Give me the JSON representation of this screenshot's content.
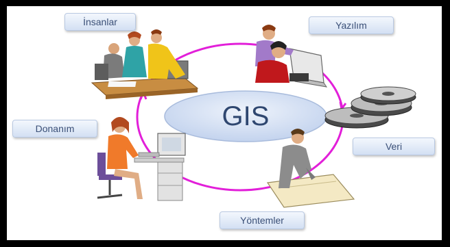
{
  "center_label": "GIS",
  "components": {
    "insanlar": "İnsanlar",
    "yazilim": "Yazılım",
    "donanim": "Donanım",
    "veri": "Veri",
    "yontemler": "Yöntemler"
  },
  "colors": {
    "cycle_ring": "#e21fd9",
    "center_fill": "#cfdcf2",
    "label_text": "#3a4f77",
    "label_fill": "#dbe6f6",
    "background": "#ffffff",
    "border": "#000000"
  },
  "icons": [
    "people-meeting-icon",
    "software-users-icon",
    "disk-stack-icon",
    "analyst-drawing-icon",
    "computer-operator-icon"
  ]
}
